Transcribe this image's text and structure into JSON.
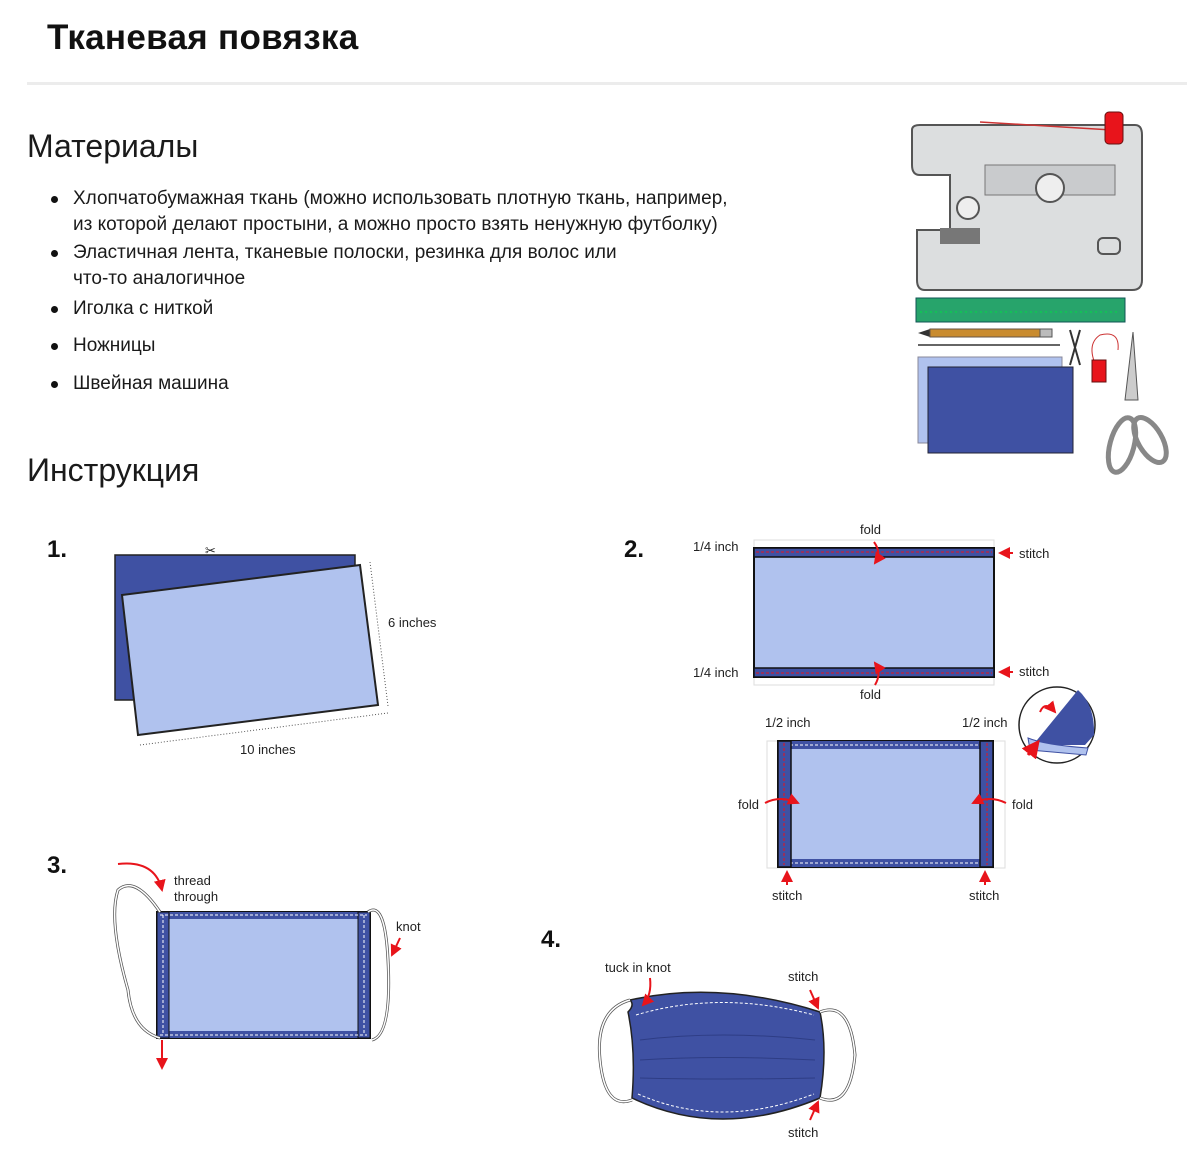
{
  "header": {
    "title": "Тканевая повязка"
  },
  "materials": {
    "heading": "Материалы",
    "items": [
      {
        "line1": "Хлопчатобумажная ткань (можно использовать плотную ткань, например,",
        "line2": "из которой делают простыни, а можно просто взять ненужную футболку)"
      },
      {
        "line1": "Эластичная лента, тканевые полоски, резинка для волос или",
        "line2": "что-то аналогичное"
      },
      {
        "line1": "Иголка с ниткой"
      },
      {
        "line1": "Ножницы"
      },
      {
        "line1": "Швейная машина"
      }
    ]
  },
  "instructions": {
    "heading": "Инструкция",
    "steps": [
      {
        "number": "1.",
        "labels": {
          "height": "6 inches",
          "width": "10 inches"
        }
      },
      {
        "number": "2.",
        "labels": {
          "quarter_top": "1/4 inch",
          "quarter_bottom": "1/4 inch",
          "fold_top": "fold",
          "fold_bottom": "fold",
          "stitch_top": "stitch",
          "stitch_bottom": "stitch",
          "half_left": "1/2 inch",
          "half_right": "1/2 inch",
          "fold_left": "fold",
          "fold_right": "fold",
          "stitch_left": "stitch",
          "stitch_right": "stitch"
        }
      },
      {
        "number": "3.",
        "labels": {
          "thread_1": "thread",
          "thread_2": "through",
          "knot": "knot"
        }
      },
      {
        "number": "4.",
        "labels": {
          "tuck": "tuck in knot",
          "stitch_top": "stitch",
          "stitch_bottom": "stitch"
        }
      }
    ]
  },
  "colors": {
    "dark_fabric": "#3f51a3",
    "light_fabric": "#b0c2ee",
    "accent_red": "#e8141b"
  }
}
